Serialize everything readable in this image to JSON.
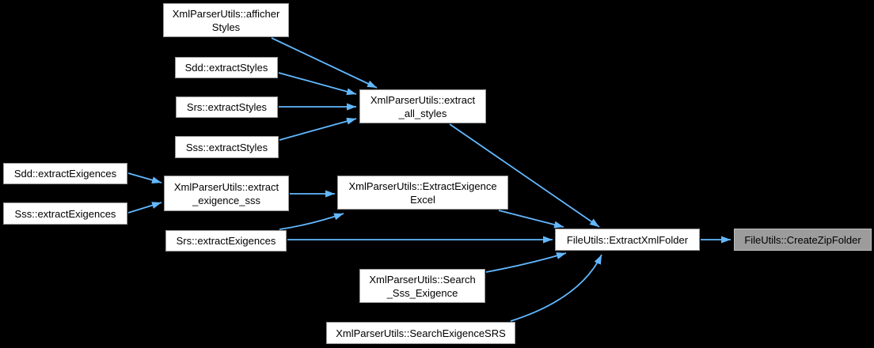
{
  "graph": {
    "kind": "doxygen-call-graph",
    "background_color": "#000000",
    "edge_color": "#63b8ff",
    "node_fill": "#ffffff",
    "node_border": "#9a9a9a",
    "highlight_node_fill": "#9c9c9c",
    "highlight_node_border": "#bdbdbd",
    "text_color": "#000000",
    "nodes": [
      {
        "id": "afficher-styles",
        "label": "XmlParserUtils::afficher\nStyles"
      },
      {
        "id": "sdd-extract-styles",
        "label": "Sdd::extractStyles"
      },
      {
        "id": "srs-extract-styles",
        "label": "Srs::extractStyles"
      },
      {
        "id": "sss-extract-styles",
        "label": "Sss::extractStyles"
      },
      {
        "id": "extract-all-styles",
        "label": "XmlParserUtils::extract\n_all_styles"
      },
      {
        "id": "sdd-extract-exig",
        "label": "Sdd::extractExigences"
      },
      {
        "id": "sss-extract-exig",
        "label": "Sss::extractExigences"
      },
      {
        "id": "extract-exigence-sss",
        "label": "XmlParserUtils::extract\n_exigence_sss"
      },
      {
        "id": "extract-exig-excel",
        "label": "XmlParserUtils::ExtractExigence\nExcel"
      },
      {
        "id": "srs-extract-exig",
        "label": "Srs::extractExigences"
      },
      {
        "id": "extract-xml-folder",
        "label": "FileUtils::ExtractXmlFolder"
      },
      {
        "id": "create-zip-folder",
        "label": "FileUtils::CreateZipFolder",
        "highlighted": true
      },
      {
        "id": "search-sss-exigence",
        "label": "XmlParserUtils::Search\n_Sss_Exigence"
      },
      {
        "id": "search-exigence-srs",
        "label": "XmlParserUtils::SearchExigenceSRS"
      }
    ],
    "edges": [
      {
        "from": "XmlParserUtils::afficherStyles",
        "to": "XmlParserUtils::extract_all_styles"
      },
      {
        "from": "Sdd::extractStyles",
        "to": "XmlParserUtils::extract_all_styles"
      },
      {
        "from": "Srs::extractStyles",
        "to": "XmlParserUtils::extract_all_styles"
      },
      {
        "from": "Sss::extractStyles",
        "to": "XmlParserUtils::extract_all_styles"
      },
      {
        "from": "XmlParserUtils::extract_all_styles",
        "to": "FileUtils::ExtractXmlFolder"
      },
      {
        "from": "Sdd::extractExigences",
        "to": "XmlParserUtils::extract_exigence_sss"
      },
      {
        "from": "Sss::extractExigences",
        "to": "XmlParserUtils::extract_exigence_sss"
      },
      {
        "from": "XmlParserUtils::extract_exigence_sss",
        "to": "XmlParserUtils::ExtractExigenceExcel"
      },
      {
        "from": "Srs::extractExigences",
        "to": "XmlParserUtils::ExtractExigenceExcel"
      },
      {
        "from": "Srs::extractExigences",
        "to": "FileUtils::ExtractXmlFolder"
      },
      {
        "from": "XmlParserUtils::ExtractExigenceExcel",
        "to": "FileUtils::ExtractXmlFolder"
      },
      {
        "from": "XmlParserUtils::Search_Sss_Exigence",
        "to": "FileUtils::ExtractXmlFolder"
      },
      {
        "from": "XmlParserUtils::SearchExigenceSRS",
        "to": "FileUtils::ExtractXmlFolder"
      },
      {
        "from": "FileUtils::ExtractXmlFolder",
        "to": "FileUtils::CreateZipFolder"
      }
    ]
  }
}
